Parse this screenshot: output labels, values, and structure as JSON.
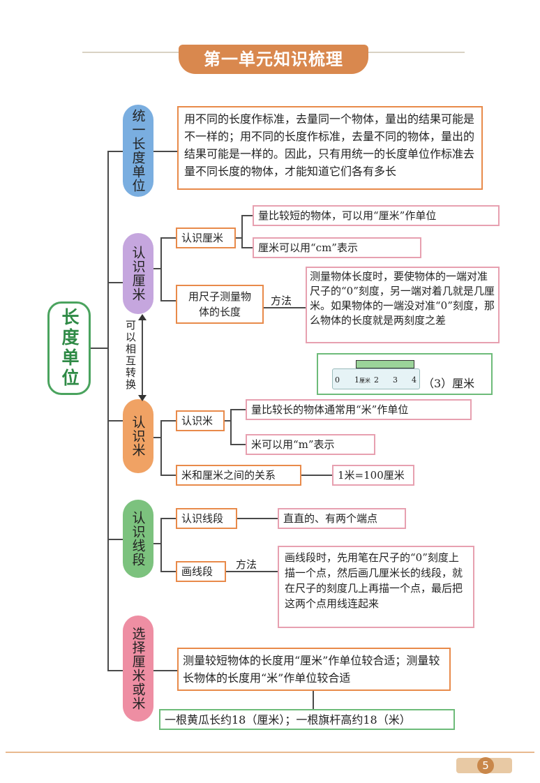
{
  "header": {
    "title": "第一单元知识梳理"
  },
  "root": {
    "label": "长度单位"
  },
  "convert_note": "可以相互转换",
  "branches": [
    {
      "label": "统一长度单位",
      "color": "#7aaee0",
      "text": "用不同的长度作标准，去量同一个物体，量出的结果可能是不一样的；用不同的长度作标准，去量不同的物体，量出的结果可能是一样的。因此，只有用统一的长度单位作标准去量不同长度的物体，才能知道它们各有多长"
    },
    {
      "label": "认识厘米",
      "color": "#c5a6de"
    },
    {
      "label": "认识米",
      "color": "#f0a264"
    },
    {
      "label": "认识线段",
      "color": "#7cc27e"
    },
    {
      "label": "选择厘米或米",
      "color": "#ee8ea3"
    }
  ],
  "cm": {
    "know_label": "认识厘米",
    "know_items": [
      "量比较短的物体，可以用“厘米”作单位",
      "厘米可以用“cm”表示"
    ],
    "measure_label": "用尺子测量物体的长度",
    "method_label": "方法",
    "method_text": "测量物体长度时，要使物体的一端对准尺子的“0”刻度，另一端对着几就是几厘米。如果物体的一端没对准“0”刻度，那么物体的长度就是两刻度之差",
    "ruler_ticks": [
      "0",
      "1",
      "厘米",
      "2",
      "3",
      "4"
    ],
    "ruler_answer": "（3）厘米"
  },
  "m": {
    "know_label": "认识米",
    "know_items": [
      "量比较长的物体通常用“米”作单位",
      "米可以用“m”表示"
    ],
    "relation_label": "米和厘米之间的关系",
    "relation_value": "1米=100厘米"
  },
  "segment": {
    "know_label": "认识线段",
    "know_text": "直直的、有两个端点",
    "draw_label": "画线段",
    "method_label": "方法",
    "draw_text": "画线段时，先用笔在尺子的“0”刻度上描一个点，然后画几厘米长的线段，就在尺子的刻度几上再描一个点，最后把这两个点用线连起来"
  },
  "choose": {
    "text": "测量较短物体的长度用“厘米”作单位较合适；测量较长物体的长度用“米”作单位较合适",
    "example": "一根黄瓜长约18（厘米）；一根旗杆高约18（米）"
  },
  "footer": {
    "page_number": "5"
  }
}
